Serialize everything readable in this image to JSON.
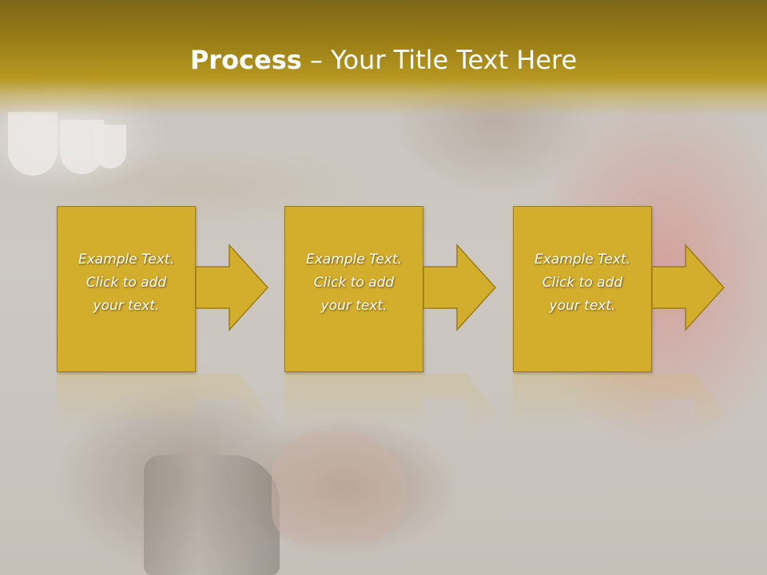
{
  "slide": {
    "title_bold": "Process",
    "title_rest": " – Your Title Text Here"
  },
  "steps": [
    {
      "line1": "Example Text.",
      "line2": "Click  to add",
      "line3": "your text."
    },
    {
      "line1": "Example Text.",
      "line2": "Click  to add",
      "line3": "your text."
    },
    {
      "line1": "Example Text.",
      "line2": "Click  to add",
      "line3": "your text."
    }
  ],
  "colors": {
    "title_bar": "#9a7d16",
    "box_fill": "#d3ad2c",
    "box_border": "#9c7c18",
    "text": "#ffffff"
  }
}
